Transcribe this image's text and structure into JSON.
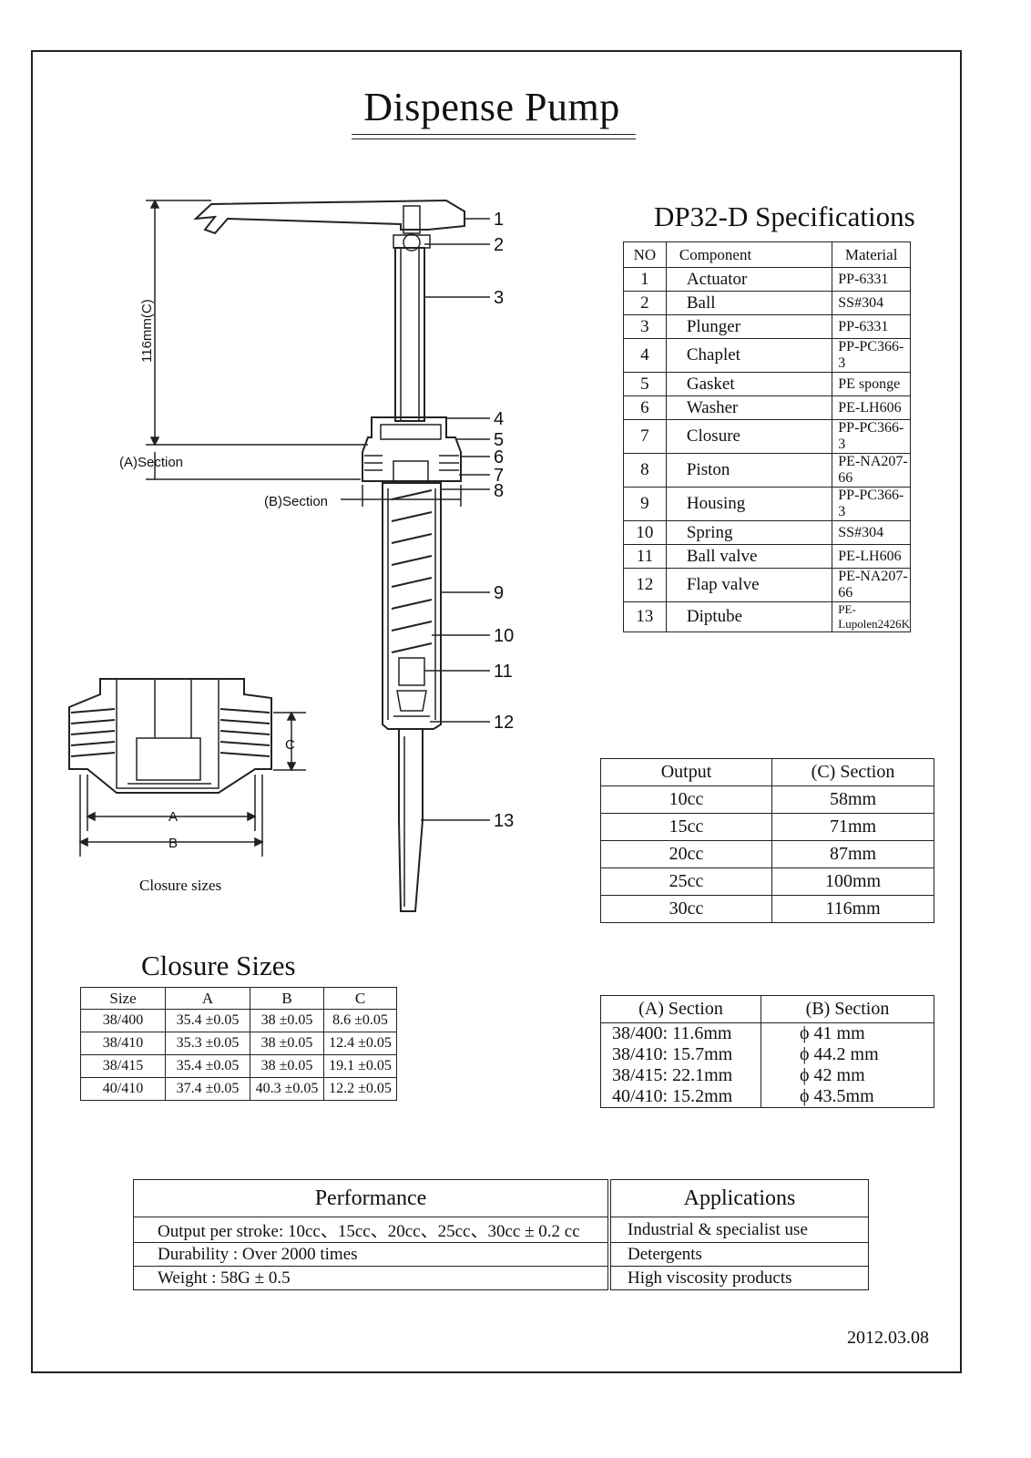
{
  "title": "Dispense Pump",
  "spec_title": "DP32-D Specifications",
  "spec_table": {
    "headers": [
      "NO",
      "Component",
      "Material"
    ],
    "rows": [
      {
        "no": "1",
        "component": "Actuator",
        "material": "PP-6331"
      },
      {
        "no": "2",
        "component": "Ball",
        "material": "SS#304"
      },
      {
        "no": "3",
        "component": "Plunger",
        "material": "PP-6331"
      },
      {
        "no": "4",
        "component": "Chaplet",
        "material": "PP-PC366-3"
      },
      {
        "no": "5",
        "component": "Gasket",
        "material": "PE sponge"
      },
      {
        "no": "6",
        "component": "Washer",
        "material": "PE-LH606"
      },
      {
        "no": "7",
        "component": "Closure",
        "material": "PP-PC366-3"
      },
      {
        "no": "8",
        "component": "Piston",
        "material": "PE-NA207-66"
      },
      {
        "no": "9",
        "component": "Housing",
        "material": "PP-PC366-3"
      },
      {
        "no": "10",
        "component": "Spring",
        "material": "SS#304"
      },
      {
        "no": "11",
        "component": "Ball valve",
        "material": "PE-LH606"
      },
      {
        "no": "12",
        "component": "Flap valve",
        "material": "PE-NA207-66"
      },
      {
        "no": "13",
        "component": "Diptube",
        "material": "PE-Lupolen2426K"
      }
    ]
  },
  "drawing_labels": {
    "callouts": [
      "1",
      "2",
      "3",
      "4",
      "5",
      "6",
      "7",
      "8",
      "9",
      "10",
      "11",
      "12",
      "13"
    ],
    "dimension_c": "116mm(C)",
    "a_section": "(A)Section",
    "b_section": "(B)Section",
    "closure_a": "A",
    "closure_b": "B",
    "closure_c": "C",
    "closure_caption": "Closure sizes"
  },
  "output_table": {
    "headers": [
      "Output",
      "(C) Section"
    ],
    "rows": [
      [
        "10cc",
        "58mm"
      ],
      [
        "15cc",
        "71mm"
      ],
      [
        "20cc",
        "87mm"
      ],
      [
        "25cc",
        "100mm"
      ],
      [
        "30cc",
        "116mm"
      ]
    ]
  },
  "closure_sizes_title": "Closure Sizes",
  "closure_table": {
    "headers": [
      "Size",
      "A",
      "B",
      "C"
    ],
    "rows": [
      [
        "38/400",
        "35.4 ±0.05",
        "38 ±0.05",
        "8.6 ±0.05"
      ],
      [
        "38/410",
        "35.3 ±0.05",
        "38 ±0.05",
        "12.4 ±0.05"
      ],
      [
        "38/415",
        "35.4 ±0.05",
        "38 ±0.05",
        "19.1 ±0.05"
      ],
      [
        "40/410",
        "37.4 ±0.05",
        "40.3 ±0.05",
        "12.2 ±0.05"
      ]
    ]
  },
  "section_table": {
    "headers": [
      "(A) Section",
      "(B) Section"
    ],
    "rows": [
      [
        "38/400:  11.6mm",
        "ϕ 41 mm"
      ],
      [
        "38/410:  15.7mm",
        "ϕ 44.2 mm"
      ],
      [
        "38/415:  22.1mm",
        "ϕ 42 mm"
      ],
      [
        "40/410:  15.2mm",
        "ϕ 43.5mm"
      ]
    ]
  },
  "performance": {
    "header": "Performance",
    "applications_header": "Applications",
    "rows": [
      {
        "performance": "Output per stroke: 10cc、15cc、20cc、25cc、30cc ± 0.2 cc",
        "application": "Industrial & specialist use"
      },
      {
        "performance": "Durability : Over 2000 times",
        "application": "Detergents"
      },
      {
        "performance": "Weight : 58G ± 0.5",
        "application": "High viscosity products"
      }
    ]
  },
  "date": "2012.03.08"
}
